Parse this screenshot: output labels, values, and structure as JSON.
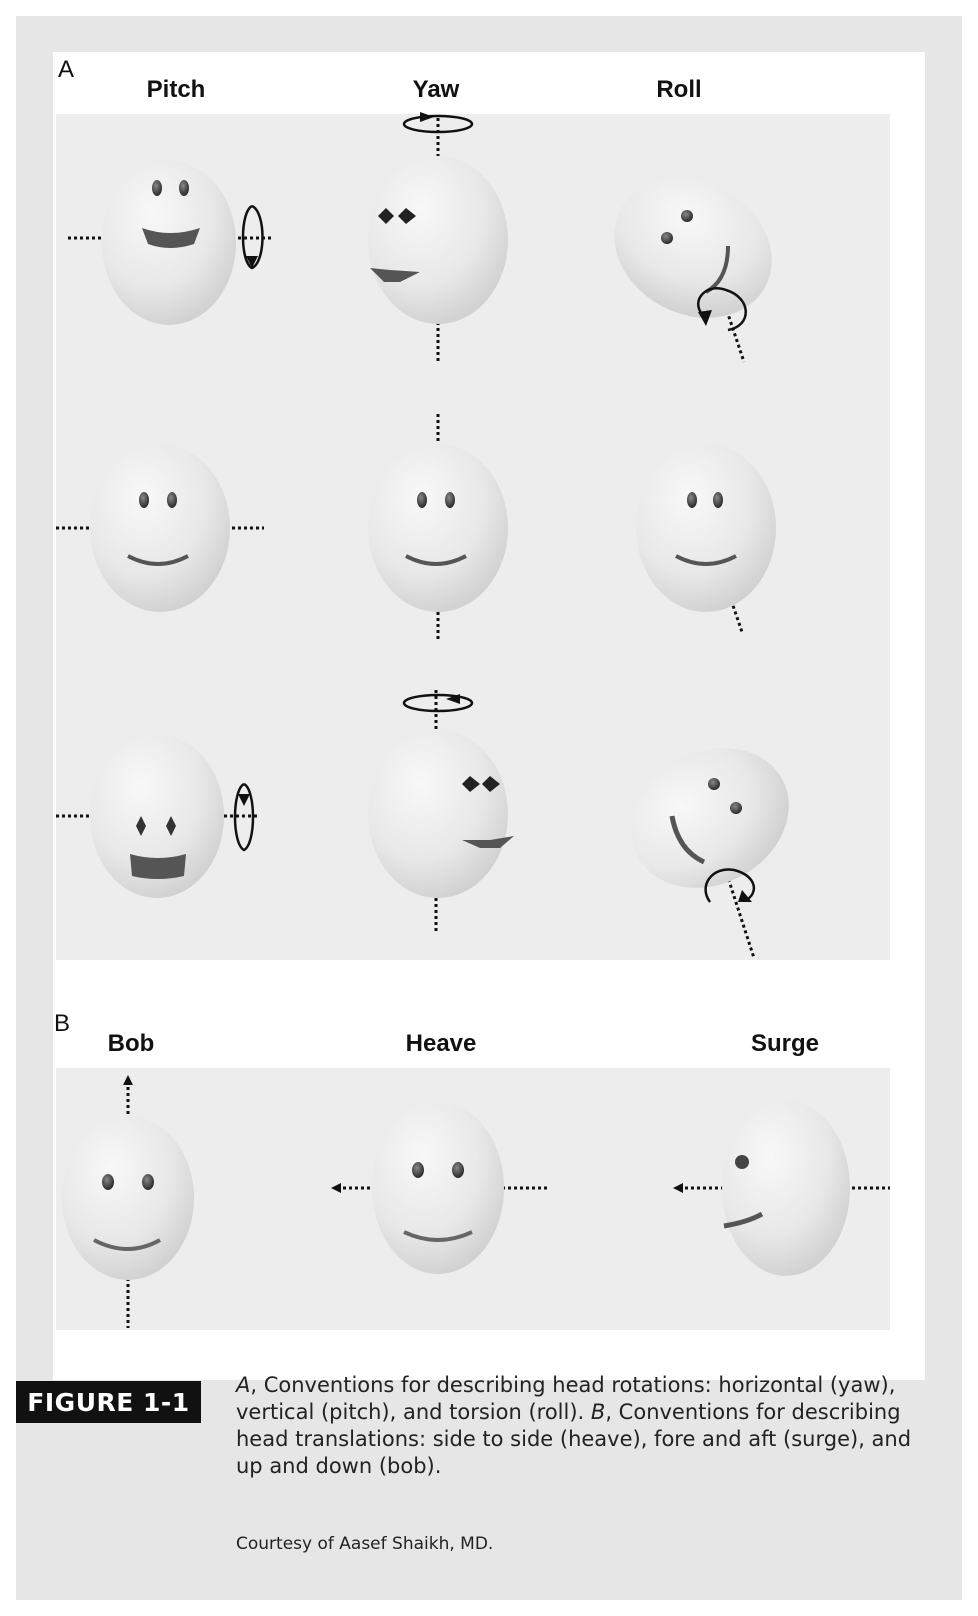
{
  "panel_a": {
    "letter": "A",
    "columns": [
      "Pitch",
      "Yaw",
      "Roll"
    ]
  },
  "panel_b": {
    "letter": "B",
    "columns": [
      "Bob",
      "Heave",
      "Surge"
    ]
  },
  "figure": {
    "tag": "FIGURE 1-1",
    "caption_a_letter": "A",
    "caption_a_text": ", Conventions for describing head rotations: horizontal (yaw), vertical (pitch), and torsion (roll). ",
    "caption_b_letter": "B",
    "caption_b_text": ", Conventions for describing head translations: side to side (heave), fore and aft (surge), and up and down (bob).",
    "credit": "Courtesy of Aasef Shaikh, MD."
  }
}
